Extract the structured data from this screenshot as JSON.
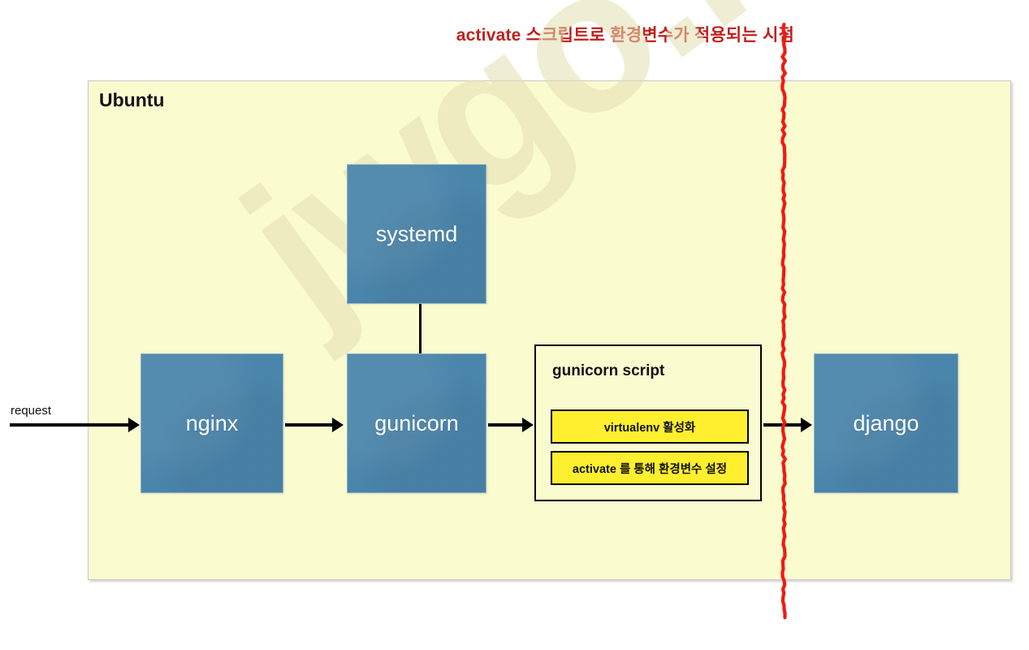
{
  "title": {
    "text": "activate 스크립트로 환경변수가 적용되는 시점",
    "color": "#c0201a"
  },
  "container": {
    "label": "Ubuntu",
    "fill": "#fbfbd0",
    "border": "#c9c9c9"
  },
  "watermark": {
    "text": "jwgo.kr"
  },
  "nodes": {
    "systemd": {
      "label": "systemd",
      "fill": "#4a85ab",
      "text_color": "#ffffff"
    },
    "nginx": {
      "label": "nginx",
      "fill": "#4a85ab",
      "text_color": "#ffffff"
    },
    "gunicorn": {
      "label": "gunicorn",
      "fill": "#4a85ab",
      "text_color": "#ffffff"
    },
    "django": {
      "label": "django",
      "fill": "#4a85ab",
      "text_color": "#ffffff"
    }
  },
  "script_panel": {
    "title": "gunicorn script",
    "steps": [
      {
        "label": "virtualenv 활성화",
        "fill": "#ffef2e"
      },
      {
        "label": "activate 를 통해 환경변수 설정",
        "fill": "#ffef2e"
      }
    ]
  },
  "edges": {
    "request_label": "request"
  },
  "divider": {
    "color": "#f01a10"
  }
}
